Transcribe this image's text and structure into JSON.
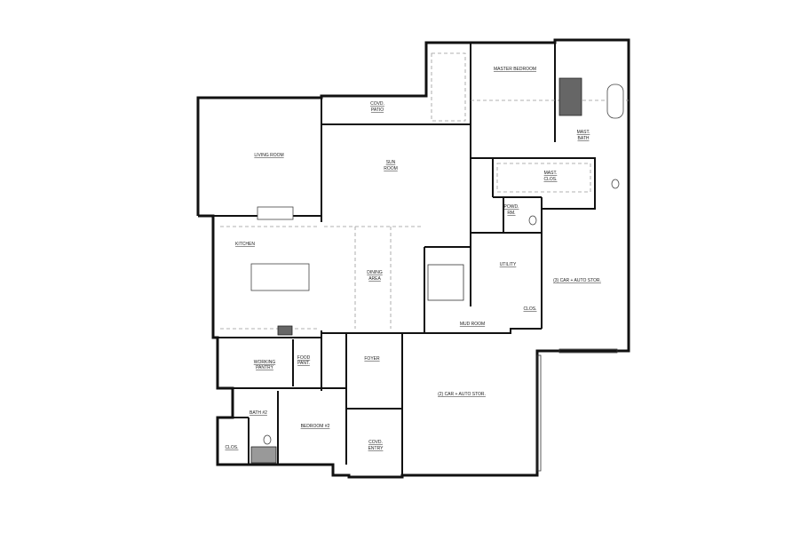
{
  "floor_plan": {
    "rooms": {
      "living_room": "LIVING ROOM",
      "sun_room_line1": "SUN",
      "sun_room_line2": "ROOM",
      "covd_patio_line1": "COVD.",
      "covd_patio_line2": "PATIO",
      "master_bedroom": "MASTER BEDROOM",
      "mast_bath_line1": "MAST.",
      "mast_bath_line2": "BATH",
      "mast_clos_line1": "MAST.",
      "mast_clos_line2": "CLOS.",
      "powd_rm_line1": "POWD.",
      "powd_rm_line2": "RM.",
      "kitchen": "KITCHEN",
      "dining_area_line1": "DINING",
      "dining_area_line2": "AREA",
      "utility": "UTILITY",
      "mud_room": "MUD ROOM",
      "clos_utility": "CLOS.",
      "garage_3": "(3) CAR + AUTO STOR.",
      "garage_2": "(2) CAR + AUTO STOR.",
      "working_pantry_line1": "WORKING",
      "working_pantry_line2": "PANTRY",
      "food_pant_line1": "FOOD",
      "food_pant_line2": "PANT.",
      "foyer": "FOYER",
      "covd_entry_line1": "COVD.",
      "covd_entry_line2": "ENTRY",
      "bath_2": "BATH #2",
      "bedroom_2": "BEDROOM #2",
      "clos_bed2": "CLOS."
    }
  }
}
